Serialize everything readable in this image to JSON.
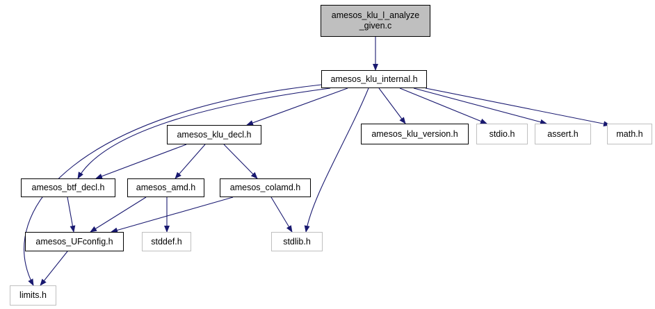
{
  "diagram": {
    "line_color": "#191970",
    "root_fill": "#bfbfbf",
    "external_border": "#bfbfbf",
    "nodes": [
      {
        "id": "root",
        "label_lines": [
          "amesos_klu_l_analyze",
          "_given.c"
        ],
        "kind": "root"
      },
      {
        "id": "internal",
        "label": "amesos_klu_internal.h",
        "kind": "documented"
      },
      {
        "id": "decl",
        "label": "amesos_klu_decl.h",
        "kind": "documented"
      },
      {
        "id": "version",
        "label": "amesos_klu_version.h",
        "kind": "documented"
      },
      {
        "id": "stdio",
        "label": "stdio.h",
        "kind": "external"
      },
      {
        "id": "assert",
        "label": "assert.h",
        "kind": "external"
      },
      {
        "id": "math",
        "label": "math.h",
        "kind": "external"
      },
      {
        "id": "btf",
        "label": "amesos_btf_decl.h",
        "kind": "documented"
      },
      {
        "id": "amd",
        "label": "amesos_amd.h",
        "kind": "documented"
      },
      {
        "id": "colamd",
        "label": "amesos_colamd.h",
        "kind": "documented"
      },
      {
        "id": "ufconfig",
        "label": "amesos_UFconfig.h",
        "kind": "documented"
      },
      {
        "id": "stddef",
        "label": "stddef.h",
        "kind": "external"
      },
      {
        "id": "stdlib",
        "label": "stdlib.h",
        "kind": "external"
      },
      {
        "id": "limits",
        "label": "limits.h",
        "kind": "external"
      }
    ],
    "edges": [
      [
        "root",
        "internal"
      ],
      [
        "internal",
        "limits"
      ],
      [
        "internal",
        "btf"
      ],
      [
        "internal",
        "decl"
      ],
      [
        "internal",
        "stdlib"
      ],
      [
        "internal",
        "version"
      ],
      [
        "internal",
        "stdio"
      ],
      [
        "internal",
        "assert"
      ],
      [
        "internal",
        "math"
      ],
      [
        "decl",
        "btf"
      ],
      [
        "decl",
        "amd"
      ],
      [
        "decl",
        "colamd"
      ],
      [
        "btf",
        "ufconfig"
      ],
      [
        "amd",
        "ufconfig"
      ],
      [
        "amd",
        "stddef"
      ],
      [
        "colamd",
        "ufconfig"
      ],
      [
        "colamd",
        "stdlib"
      ],
      [
        "ufconfig",
        "limits"
      ]
    ]
  }
}
